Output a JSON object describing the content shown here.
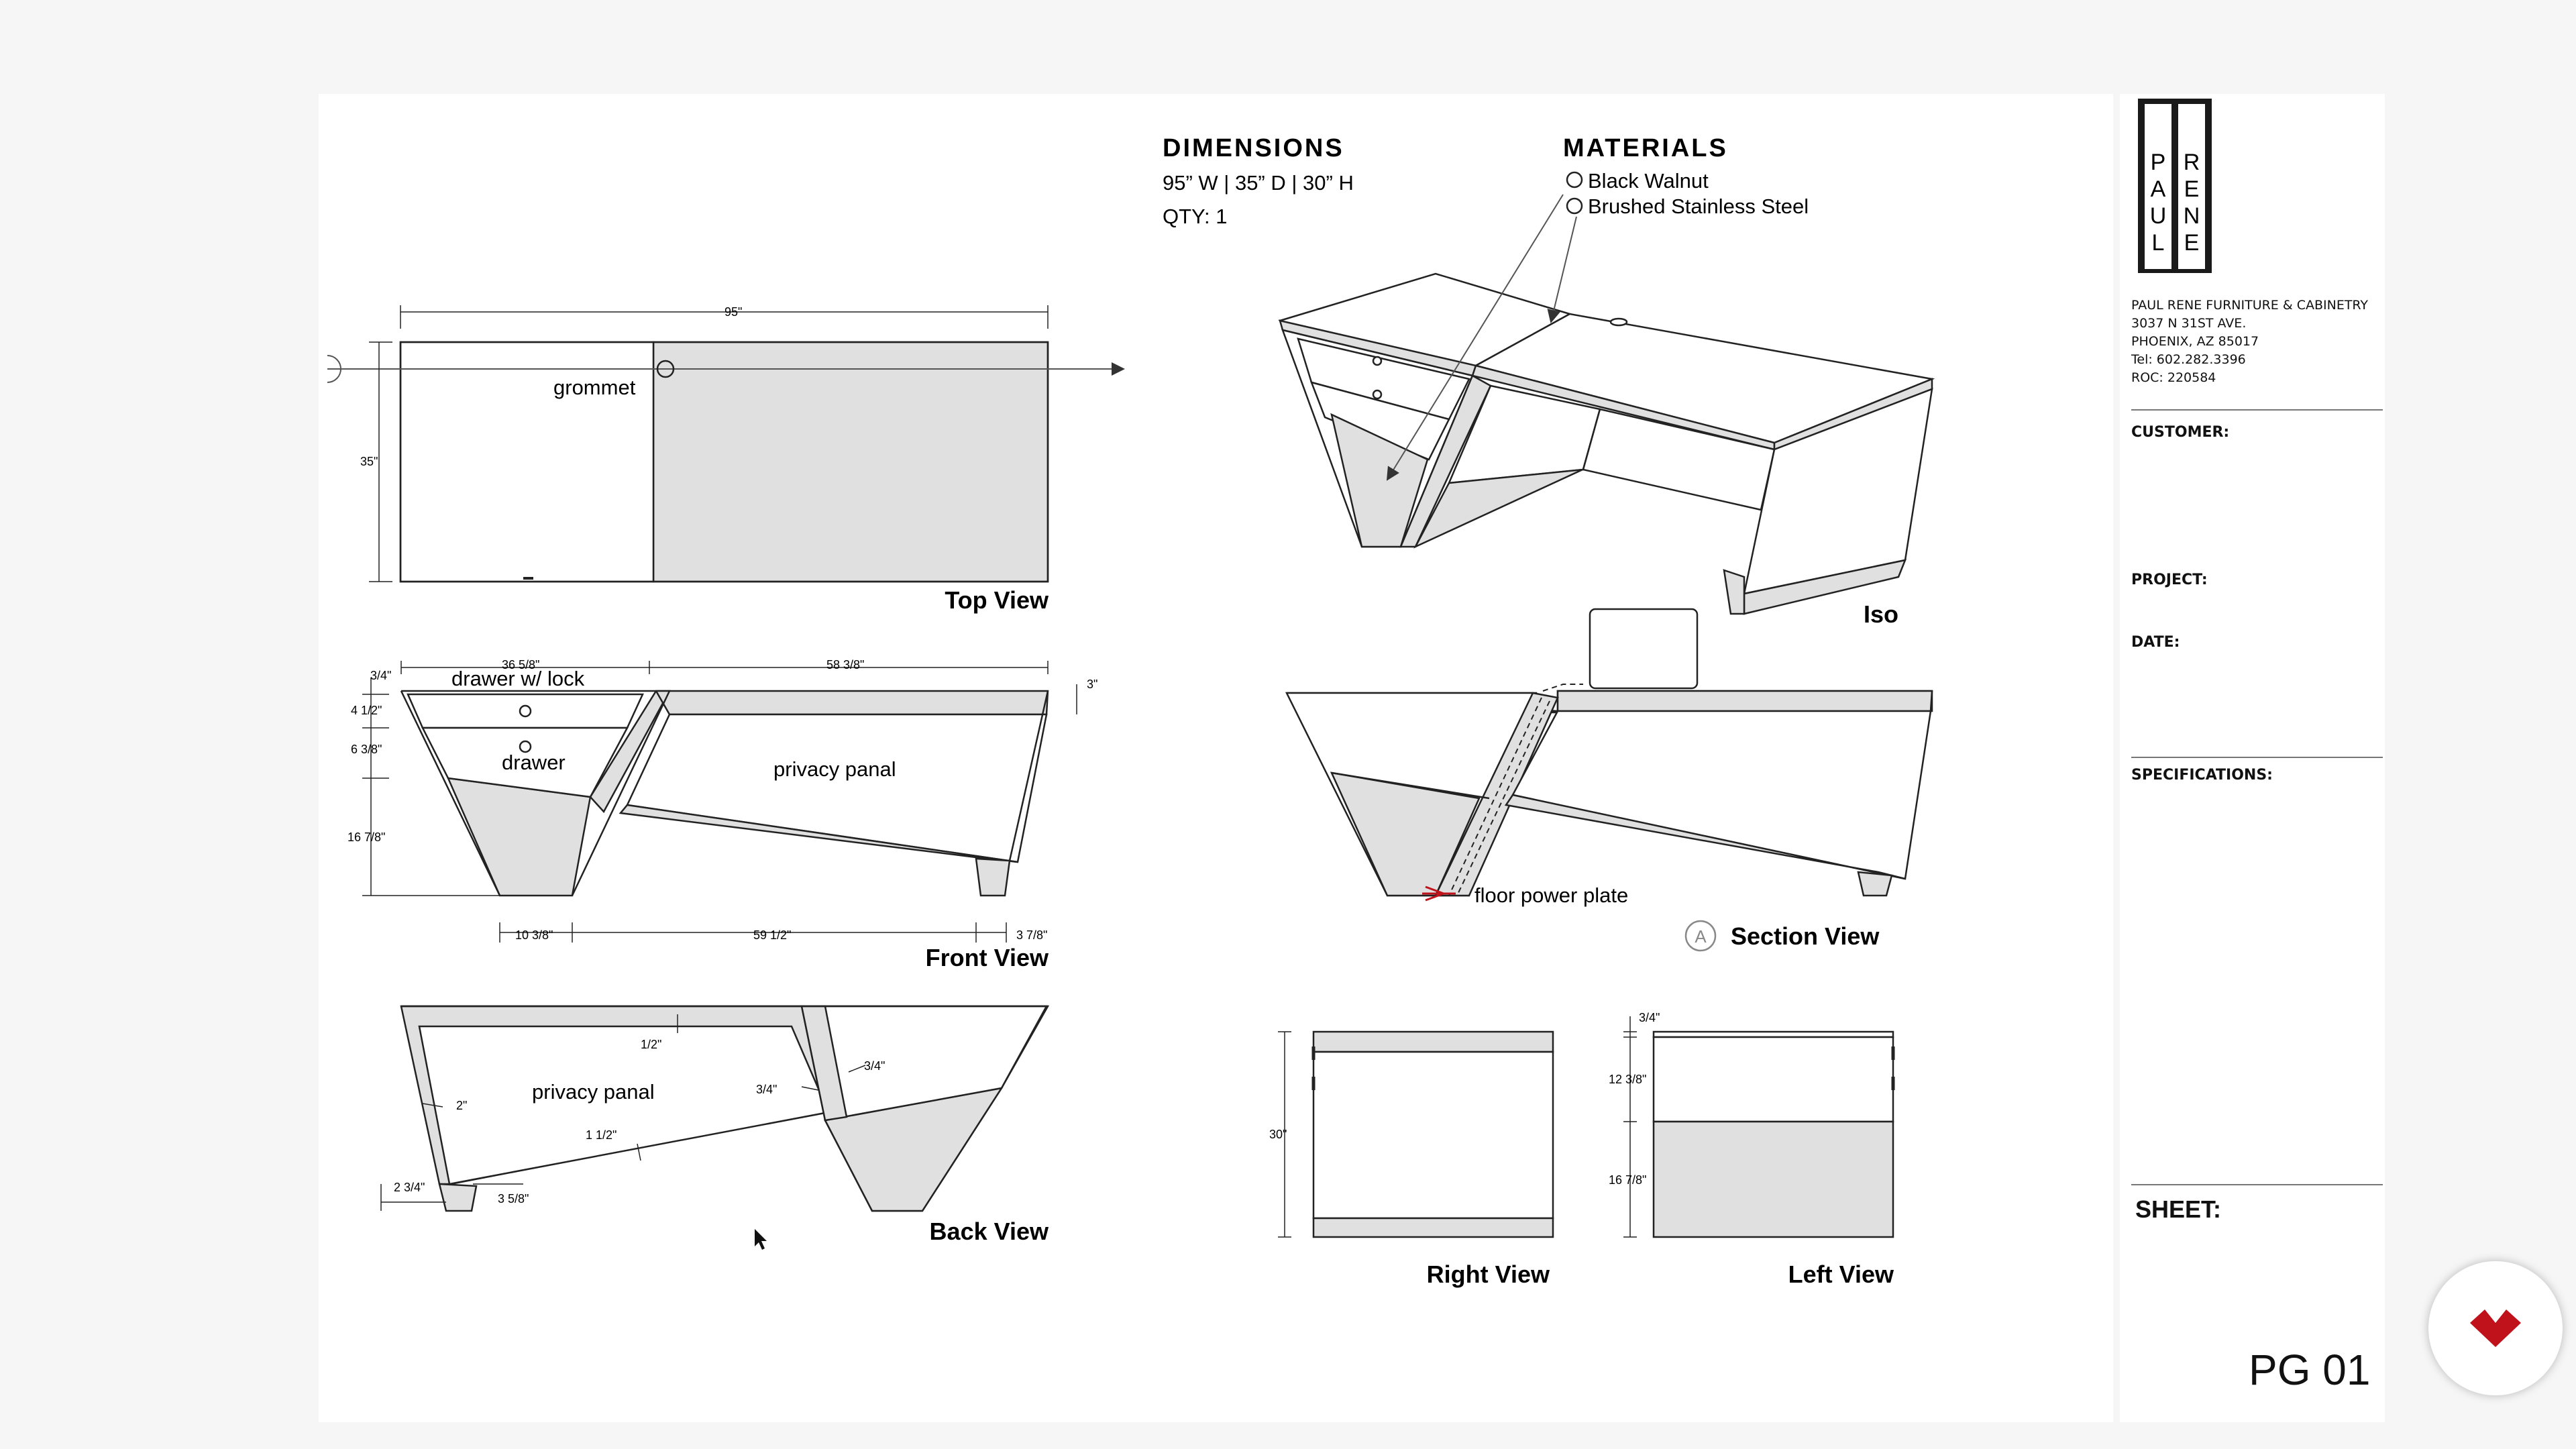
{
  "dimensions": {
    "heading": "DIMENSIONS",
    "size": "95” W | 35” D | 30” H",
    "qty": "QTY: 1"
  },
  "materials": {
    "heading": "MATERIALS",
    "items": [
      "Black Walnut",
      "Brushed Stainless Steel"
    ]
  },
  "views": {
    "top": "Top View",
    "front": "Front View",
    "back": "Back View",
    "iso": "Iso",
    "section": "Section  View",
    "section_marker": "A",
    "right": "Right View",
    "left": "Left View"
  },
  "labels": {
    "grommet": "grommet",
    "drawer_lock": "drawer w/ lock",
    "drawer": "drawer",
    "privacy_front": "privacy panal",
    "privacy_back": "privacy panal",
    "floor_power": "floor power plate"
  },
  "top_dims": {
    "width": "95\"",
    "depth": "35\""
  },
  "front_dims": {
    "d1": "36 5/8\"",
    "d2": "58 3/8\"",
    "d3": "3/4\"",
    "d4": "4 1/2\"",
    "d5": "6 3/8\"",
    "d6": "16 7/8\"",
    "d7": "3\"",
    "d8": "10 3/8\"",
    "d9": "59 1/2\"",
    "d10": "3 7/8\""
  },
  "back_dims": {
    "b1": "1/2\"",
    "b2": "3/4\"",
    "b3": "3/4\"",
    "b4": "2\"",
    "b5": "1 1/2\"",
    "b6": "2 3/4\"",
    "b7": "3 5/8\""
  },
  "right_dims": {
    "h": "30\""
  },
  "left_dims": {
    "l1": "3/4\"",
    "l2": "12 3/8\"",
    "l3": "16 7/8\""
  },
  "brand": {
    "logo_left": [
      "P",
      "A",
      "U",
      "L"
    ],
    "logo_right": [
      "R",
      "E",
      "N",
      "E"
    ],
    "name": "PAUL RENE FURNITURE & CABINETRY",
    "address1": "3037 N 31ST AVE.",
    "address2": "PHOENIX, AZ 85017",
    "tel": "Tel: 602.282.3396",
    "roc": "ROC: 220584"
  },
  "fields": {
    "customer": "CUSTOMER:",
    "project": "PROJECT:",
    "date": "DATE:",
    "specifications": "SPECIFICATIONS:",
    "sheet": "SHEET:"
  },
  "page_number": "PG 01",
  "colors": {
    "fill": "#e0e0e0",
    "line": "#222222",
    "accent": "#c0121b"
  }
}
